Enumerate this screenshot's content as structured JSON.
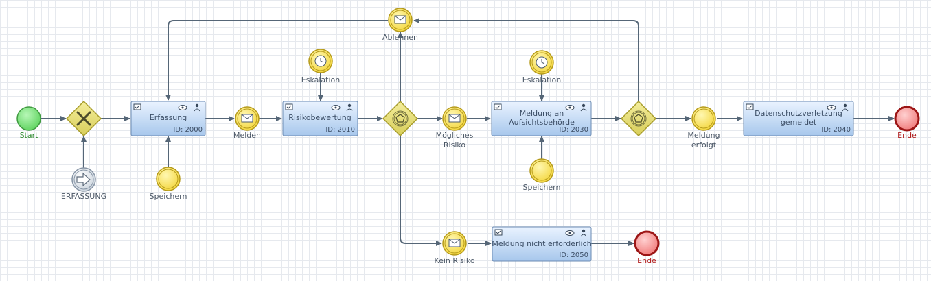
{
  "colors": {
    "start": "#7ee27e",
    "end": "#ff9a9a",
    "intermediate": "#ffe45a",
    "gateway": "#e9e07a",
    "task_top": "#eaf3ff",
    "task_bottom": "#a7c7ec",
    "flow": "#556677"
  },
  "events": {
    "start": {
      "label": "Start",
      "icon": "none"
    },
    "end_main": {
      "label": "Ende",
      "icon": "none"
    },
    "end_lower": {
      "label": "Ende",
      "icon": "none"
    },
    "erfassung_signal": {
      "label": "ERFASSUNG",
      "icon": "arrow-icon"
    },
    "melden": {
      "label": "Melden",
      "icon": "envelope-icon"
    },
    "speichern_1": {
      "label": "Speichern",
      "icon": "none"
    },
    "eskalation_1": {
      "label": "Eskalation",
      "icon": "clock-icon"
    },
    "ablehnen": {
      "label": "Ablehnen",
      "icon": "envelope-icon"
    },
    "moegliches_risiko": {
      "line1": "Mögliches",
      "line2": "Risiko",
      "icon": "envelope-icon"
    },
    "kein_risiko": {
      "label": "Kein Risiko",
      "icon": "envelope-icon"
    },
    "eskalation_2": {
      "label": "Eskalation",
      "icon": "clock-icon"
    },
    "speichern_2": {
      "label": "Speichern",
      "icon": "none"
    },
    "meldung_erfolgt": {
      "line1": "Meldung",
      "line2": "erfolgt",
      "icon": "none"
    }
  },
  "tasks": {
    "erfassung": {
      "line1": "Erfassung",
      "line2": "",
      "id": "ID: 2000"
    },
    "risikobewertung": {
      "line1": "Risikobewertung",
      "line2": "",
      "id": "ID: 2010"
    },
    "meldung_aufsicht": {
      "line1": "Meldung an",
      "line2": "Aufsichtsbehörde",
      "id": "ID: 2030"
    },
    "meldung_nicht": {
      "line1": "Meldung nicht erforderlich",
      "line2": "",
      "id": "ID: 2050"
    },
    "datenschutz": {
      "line1": "Datenschutzverletzung",
      "line2": "gemeldet",
      "id": "ID: 2040"
    }
  },
  "gateways": {
    "exclusive": {
      "icon": "x-icon"
    },
    "event_based_1": {
      "icon": "pentagon-icon"
    },
    "event_based_2": {
      "icon": "pentagon-icon"
    }
  }
}
